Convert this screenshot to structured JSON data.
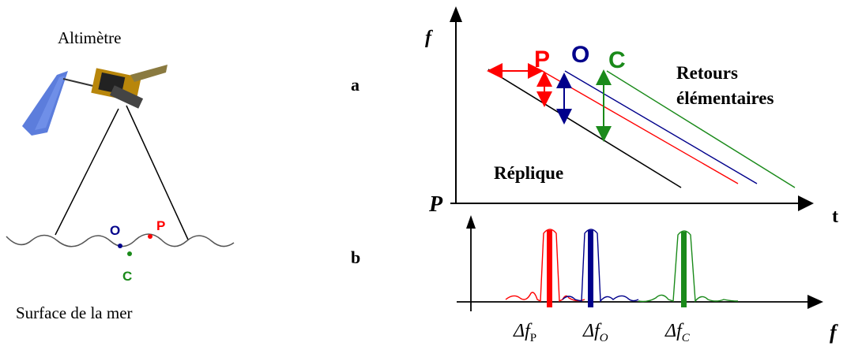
{
  "left_panel": {
    "title": "Altimètre",
    "caption": "Surface de la mer",
    "points": {
      "o": "O",
      "p": "P",
      "c": "C"
    }
  },
  "panel_labels": {
    "a": "a",
    "b": "b"
  },
  "top_graph": {
    "y_axis": "f",
    "x_axis": "t",
    "origin": "P",
    "series": {
      "p": "P",
      "o": "O",
      "c": "C"
    },
    "returns_line1": "Retours",
    "returns_line2": "élémentaires",
    "replica": "Réplique"
  },
  "bottom_graph": {
    "x_axis": "f",
    "delta": "Δf",
    "sub_p": "P",
    "sub_o": "O",
    "sub_c": "C"
  },
  "colors": {
    "red": "#ff0000",
    "navy": "#00008b",
    "green": "#1a8a1a",
    "black": "#000000"
  }
}
